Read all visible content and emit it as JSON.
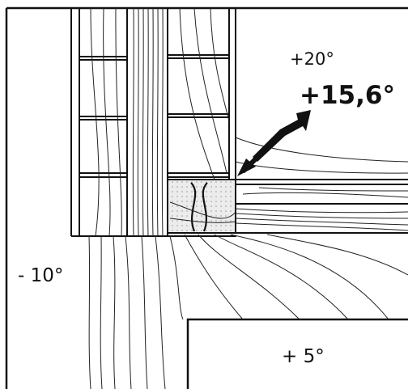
{
  "labels": {
    "inside_temp": "+20°",
    "critical_temp": "+15,6°",
    "outside_temp": "- 10°",
    "adjacent_room_temp": "+ 5°"
  },
  "colors": {
    "line": "#111111",
    "hatch": "#e6e6e6",
    "background": "#ffffff"
  },
  "icons": {
    "pointer": "arrow-pointer-icon"
  }
}
